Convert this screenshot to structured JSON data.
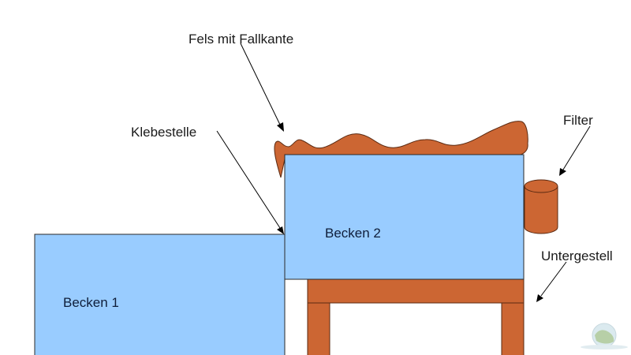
{
  "labels": {
    "fels": "Fels mit Fallkante",
    "klebestelle": "Klebestelle",
    "filter": "Filter",
    "untergestell": "Untergestell",
    "becken1": "Becken 1",
    "becken2": "Becken 2"
  },
  "colors": {
    "background": "#ffffff",
    "tank_fill": "#99ccff",
    "wood_fill": "#cc6633",
    "text": "#1a1a1a"
  },
  "icons": {
    "corner_logo": "globe-logo-icon"
  }
}
